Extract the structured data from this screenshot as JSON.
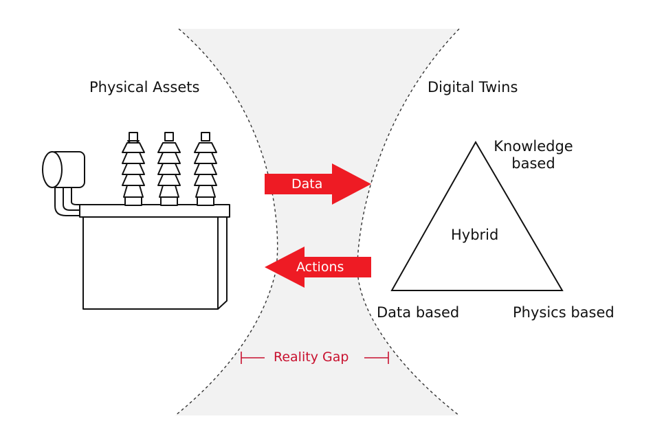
{
  "labels": {
    "physical_assets": "Physical Assets",
    "digital_twins": "Digital Twins",
    "data": "Data",
    "actions": "Actions",
    "knowledge_line1": "Knowledge",
    "knowledge_line2": "based",
    "hybrid": "Hybrid",
    "data_based": "Data based",
    "physics_based": "Physics based",
    "reality_gap": "Reality Gap"
  },
  "icons": {
    "transformer": "transformer-icon",
    "triangle": "triangle-icon"
  },
  "colors": {
    "accent_red": "#ee1b24",
    "gap_text": "#c8102e",
    "gap_fill": "#f2f2f2",
    "stroke": "#111111"
  }
}
